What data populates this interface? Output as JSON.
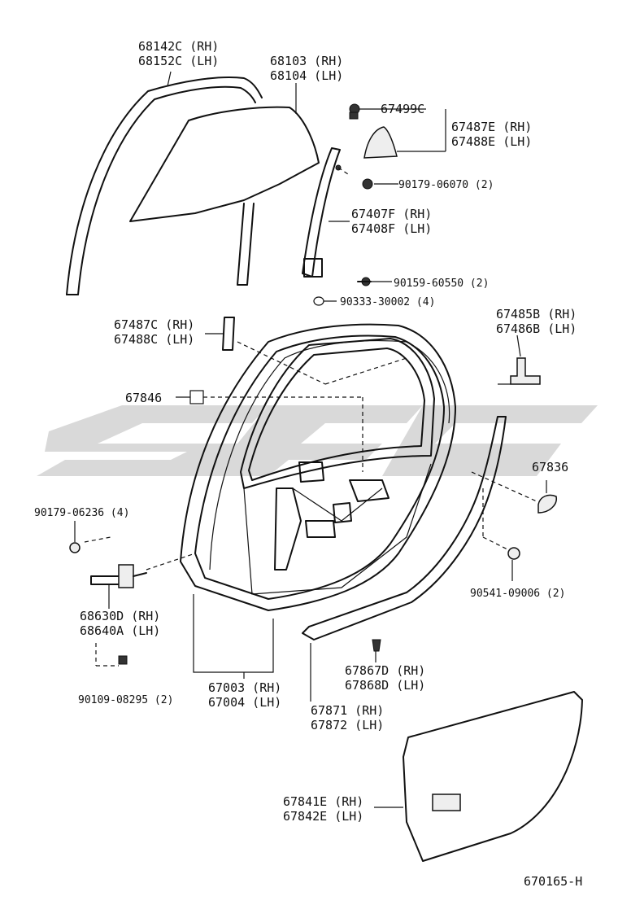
{
  "labels": {
    "p68142c": "68142C (RH)",
    "p68152c": "68152C (LH)",
    "p68103": "68103 (RH)",
    "p68104": "68104 (LH)",
    "p67499c": "67499C",
    "p67487e": "67487E (RH)",
    "p67488e": "67488E (LH)",
    "p90179_06070": "90179-06070 (2)",
    "p67407f": "67407F (RH)",
    "p67408f": "67408F (LH)",
    "p90159_60550": "90159-60550 (2)",
    "p90333_30002": "90333-30002 (4)",
    "p67487c": "67487C (RH)",
    "p67488c": "67488C (LH)",
    "p67485b": "67485B (RH)",
    "p67486b": "67486B (LH)",
    "p67846": "67846",
    "p67836": "67836",
    "p90179_06236": "90179-06236 (4)",
    "p68630d": "68630D (RH)",
    "p68640a": "68640A (LH)",
    "p90541_09006": "90541-09006 (2)",
    "p67867d": "67867D (RH)",
    "p67868d": "67868D (LH)",
    "p90109_08295": "90109-08295 (2)",
    "p67003": "67003 (RH)",
    "p67004": "67004 (LH)",
    "p67871": "67871 (RH)",
    "p67872": "67872 (LH)",
    "p67841e": "67841E (RH)",
    "p67842e": "67842E (LH)",
    "diagram_code": "670165-H"
  }
}
